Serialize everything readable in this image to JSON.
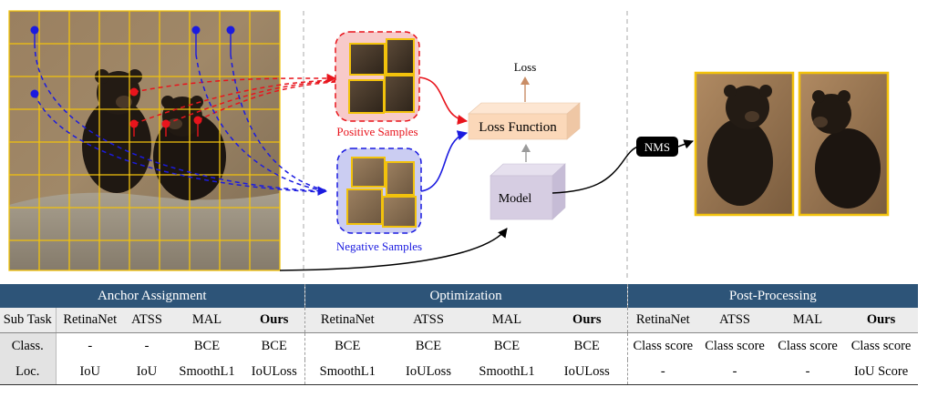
{
  "diagram": {
    "positive_label": "Positive Samples",
    "negative_label": "Negative Samples",
    "loss_label": "Loss",
    "loss_function_label": "Loss Function",
    "model_label": "Model",
    "nms_label": "NMS",
    "colors": {
      "positive": "#e8141c",
      "negative": "#1b1be0",
      "grid": "#f2c20c",
      "loss_box": "#fbd8b9",
      "model_box": "#d6cde2",
      "nms_box": "#000000",
      "up_arrow_loss": "#c98d66",
      "up_arrow_model": "#9a9a9a"
    }
  },
  "table": {
    "sections": [
      "Anchor Assignment",
      "Optimization",
      "Post-Processing"
    ],
    "subheader": [
      "Sub Task",
      "RetinaNet",
      "ATSS",
      "MAL",
      "Ours",
      "RetinaNet",
      "ATSS",
      "MAL",
      "Ours",
      "RetinaNet",
      "ATSS",
      "MAL",
      "Ours"
    ],
    "rows": [
      [
        "Class.",
        "-",
        "-",
        "BCE",
        "BCE",
        "BCE",
        "BCE",
        "BCE",
        "BCE",
        "Class score",
        "Class score",
        "Class score",
        "Class score"
      ],
      [
        "Loc.",
        "IoU",
        "IoU",
        "SmoothL1",
        "IoULoss",
        "SmoothL1",
        "IoULoss",
        "SmoothL1",
        "IoULoss",
        "-",
        "-",
        "-",
        "IoU Score"
      ]
    ]
  }
}
